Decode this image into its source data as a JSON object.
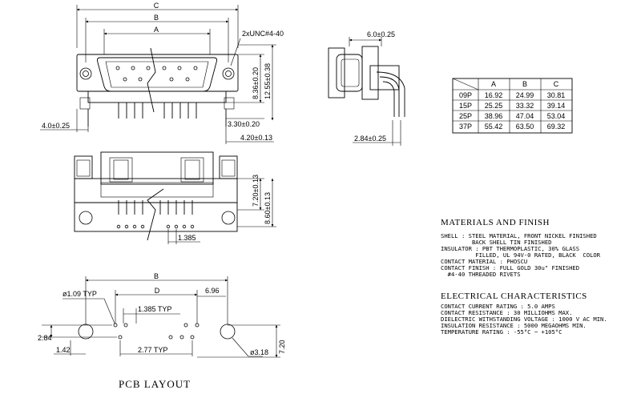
{
  "top_view": {
    "dim_c": "C",
    "dim_b": "B",
    "dim_a": "A",
    "thread_note": "2xUNC#4-40",
    "dim_836": "8.36±0.20",
    "dim_1255": "12.55±0.38",
    "dim_40": "4.0±0.25",
    "dim_330": "3.30±0.20",
    "dim_420": "4.20±0.13"
  },
  "side_view": {
    "dim_60": "6.0±0.25",
    "dim_284": "2.84±0.25"
  },
  "front_view": {
    "dim_720": "7.20±0.13",
    "dim_860": "8.60±0.13",
    "dim_1385": "1.385"
  },
  "size_table": {
    "columns": [
      "",
      "A",
      "B",
      "C"
    ],
    "rows": [
      [
        "09P",
        "16.92",
        "24.99",
        "30.81"
      ],
      [
        "15P",
        "25.25",
        "33.32",
        "39.14"
      ],
      [
        "25P",
        "38.96",
        "47.04",
        "53.04"
      ],
      [
        "37P",
        "55.42",
        "63.50",
        "69.32"
      ]
    ]
  },
  "materials": {
    "title": "MATERIALS AND FINISH",
    "lines": [
      "SHELL : STEEL MATERIAL, FRONT NICKEL FINISHED",
      "         BACK SHELL TIN FINISHED",
      "INSULATOR : PBT THERMOPLASTIC, 30% GLASS",
      "          FILLED, UL 94V-0 RATED, BLACK  COLOR",
      "CONTACT MATERIAL : PHOSCU",
      "CONTACT FINISH : FULL GOLD 30u\" FINISHED",
      "  #4-40 THREADED RIVETS"
    ]
  },
  "electrical": {
    "title": "ELECTRICAL CHARACTERISTICS",
    "lines": [
      "CONTACT CURRENT RATING : 5.0 AMPS",
      "CONTACT RESISTANCE : 30 MILLIOHMS MAX.",
      "DIELECTRIC WITHSTANDING VOLTAGE : 1000 V AC MIN.",
      "INSULATION RESISTANCE : 5000 MEGAOHMS MIN.",
      "TEMPERATURE RATING : -55°C ~ +105°C"
    ]
  },
  "pcb": {
    "title": "PCB LAYOUT",
    "dim_b": "B",
    "dim_d": "D",
    "dim_109": "ø1.09 TYP",
    "dim_696": "6.96",
    "dim_1385": "1.385 TYP",
    "dim_284": "2.84",
    "dim_277": "2.77 TYP",
    "dim_142": "1.42",
    "dim_318": "ø3.18",
    "dim_720": "7.20"
  }
}
